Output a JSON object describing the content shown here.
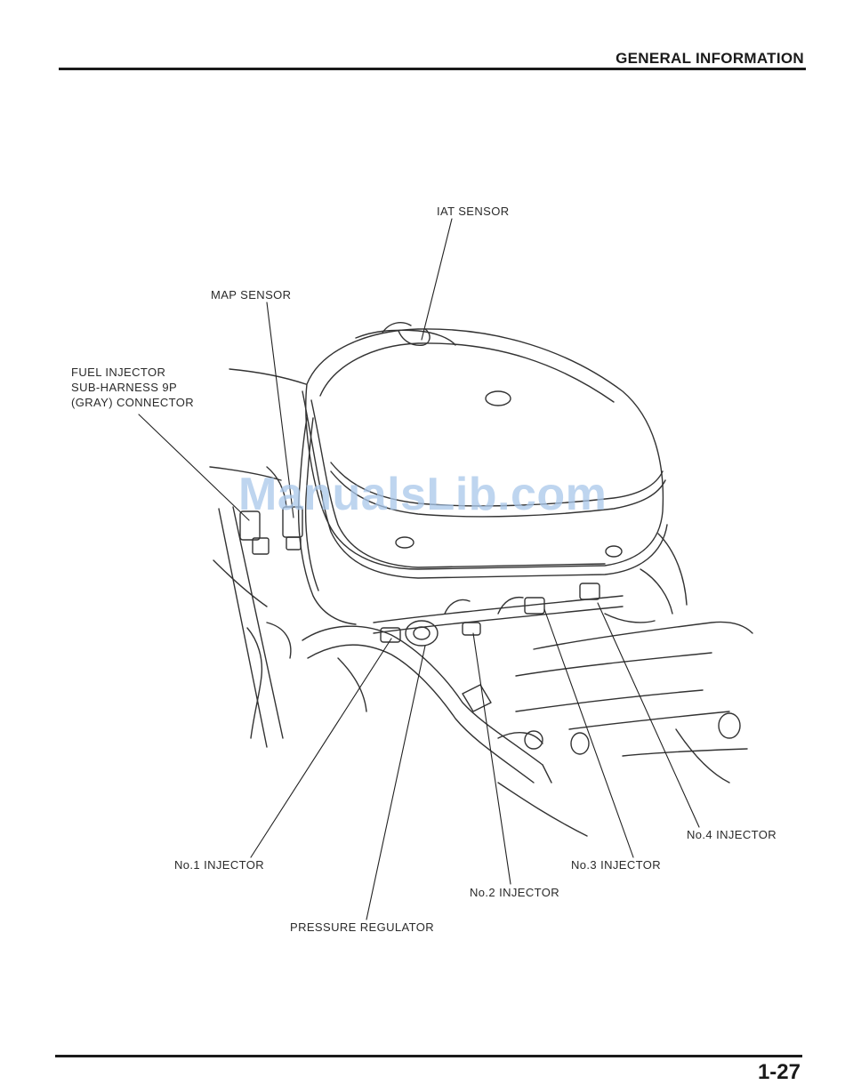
{
  "header": {
    "section_title": "GENERAL INFORMATION"
  },
  "footer": {
    "page_number": "1-27"
  },
  "watermark": {
    "text": "ManualsLib.com"
  },
  "labels": {
    "iat_sensor": "IAT SENSOR",
    "map_sensor": "MAP SENSOR",
    "fuel_injector_connector": "FUEL INJECTOR\nSUB-HARNESS 9P\n(GRAY) CONNECTOR",
    "no4_injector": "No.4 INJECTOR",
    "no1_injector": "No.1 INJECTOR",
    "no3_injector": "No.3 INJECTOR",
    "no2_injector": "No.2 INJECTOR",
    "pressure_regulator": "PRESSURE REGULATOR"
  }
}
